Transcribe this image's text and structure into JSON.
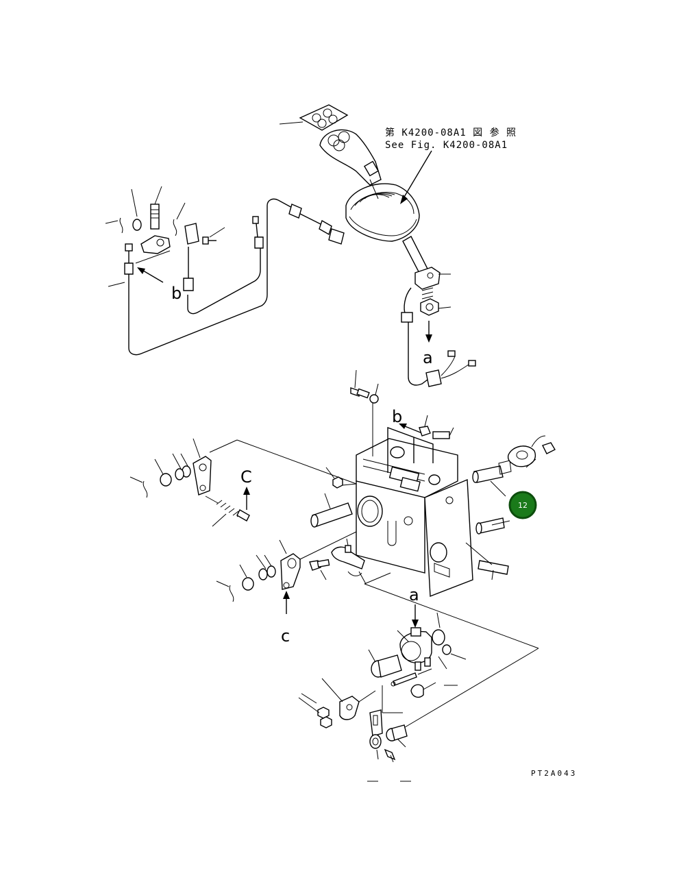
{
  "reference_note": {
    "line_jp": "第 K4200-08A1 図 参 照",
    "line_en": "See Fig. K4200-08A1"
  },
  "view_labels": {
    "a_top": "a",
    "a_bottom": "a",
    "b_left": "b",
    "b_right": "b",
    "c_upper": "C",
    "c_lower": "c"
  },
  "figure_code": "PT2A043",
  "hotspot": {
    "label": "12",
    "color": "#1a7a1a",
    "ring_color": "#0d4d0d"
  }
}
